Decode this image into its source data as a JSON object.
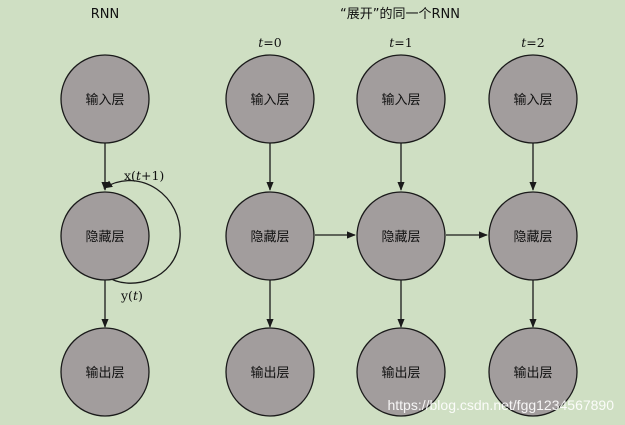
{
  "titles": {
    "left": "RNN",
    "right": "“展开”的同一个RNN"
  },
  "layers": {
    "input": "输入层",
    "hidden": "隐藏层",
    "output": "输出层"
  },
  "time_steps": [
    {
      "var": "t",
      "rest": "=0"
    },
    {
      "var": "t",
      "rest": "=1"
    },
    {
      "var": "t",
      "rest": "=2"
    }
  ],
  "loop": {
    "input_pre": "x(",
    "input_var": "t",
    "input_post": "+1)",
    "output_pre": "y(",
    "output_var": "t",
    "output_post": ")"
  },
  "watermark": "https://blog.csdn.net/fgg1234567890"
}
